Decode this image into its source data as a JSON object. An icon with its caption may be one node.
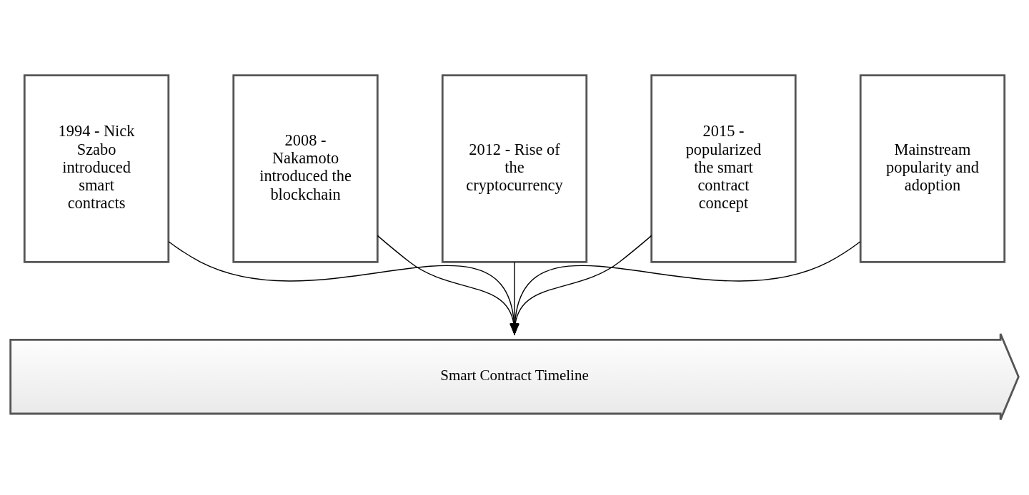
{
  "diagram": {
    "nodes": [
      {
        "text": [
          "1994 - Nick Szabo introduced smart contracts"
        ]
      },
      {
        "text": [
          "2008 - Nakamoto introduced the blockchain"
        ]
      },
      {
        "text": [
          "2012 - Rise of the cryptocurrency"
        ]
      },
      {
        "text": [
          "2015 - popularized the smart contract concept"
        ]
      },
      {
        "text": [
          "Mainstream popularity and adoption"
        ]
      },
      {
        "text": [
          "Smart Contract Timeline"
        ]
      }
    ],
    "edges": [
      {
        "from": 0,
        "to": 5,
        "arrow": "to"
      },
      {
        "from": 1,
        "to": 5,
        "arrow": "to"
      },
      {
        "from": 2,
        "to": 5,
        "arrow": "to"
      },
      {
        "from": 3,
        "to": 5,
        "arrow": "to"
      },
      {
        "from": 4,
        "to": 5,
        "arrow": "to"
      }
    ]
  }
}
